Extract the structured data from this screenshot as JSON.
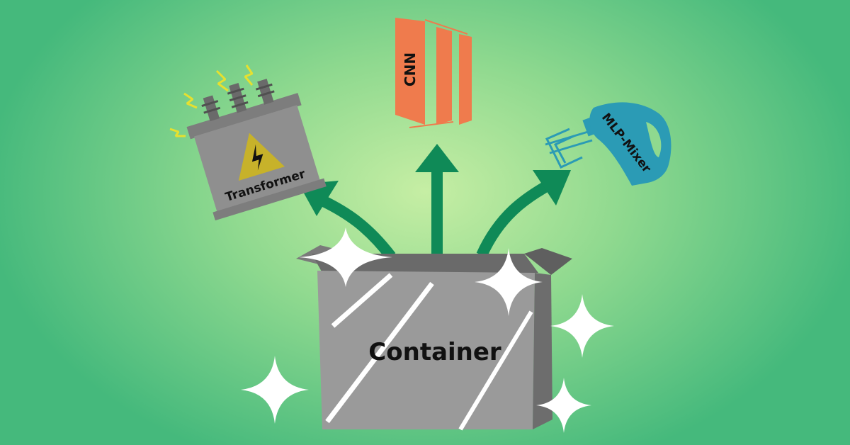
{
  "labels": {
    "container": "Container",
    "transformer": "Transformer",
    "cnn": "CNN",
    "mixer": "MLP-Mixer"
  },
  "colors": {
    "arrow": "#0f8a57",
    "box": "#9a9a9a",
    "box_dark": "#6d6d6d",
    "cnn": "#ef7b4d",
    "mixer": "#2b9bb5",
    "transformer": "#8f8f8f",
    "warning": "#c7b22a",
    "spark": "#ffffff",
    "zap": "#e6e02f"
  },
  "icons": [
    "transformer-icon",
    "cnn-layers-icon",
    "hand-mixer-icon",
    "box-icon",
    "sparkle-icon",
    "lightning-bolt-icon",
    "warning-triangle-icon"
  ]
}
